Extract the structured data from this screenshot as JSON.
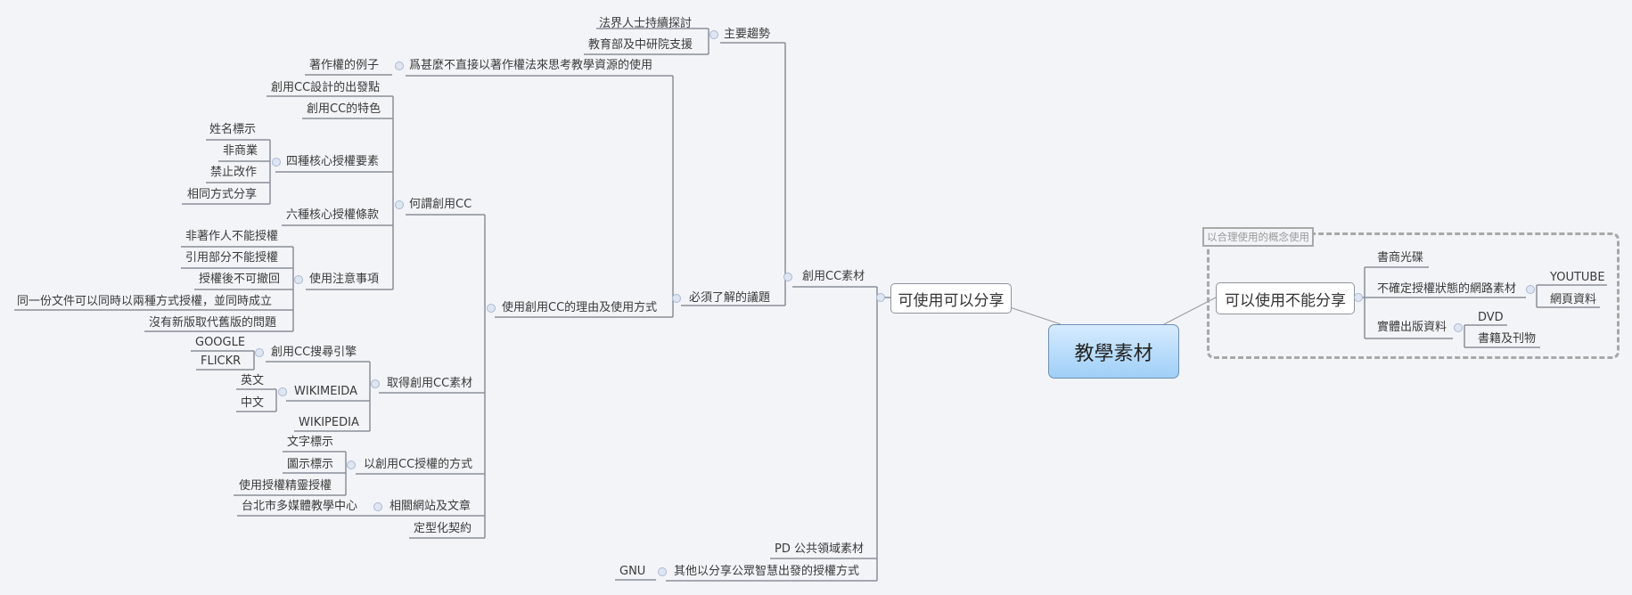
{
  "central": "教學素材",
  "main_topics": {
    "shareable": "可使用可以分享",
    "not_shareable": "可以使用不能分享"
  },
  "boundary_label": "以合理使用的概念使用",
  "right": {
    "disc": "書商光碟",
    "web": "不確定授權狀態的網路素材",
    "youtube": "YOUTUBE",
    "webpage": "網頁資料",
    "print": "實體出版資料",
    "dvd": "DVD",
    "books": "書籍及刊物"
  },
  "left": {
    "cc_material": "創用CC素材",
    "pd": "PD 公共領域素材",
    "other": "其他以分享公眾智慧出發的授權方式",
    "gnu": "GNU",
    "trend": "主要趨勢",
    "trend_legal": "法界人士持續探討",
    "trend_edu": "教育部及中研院支援",
    "issues": "必須了解的議題",
    "why": "爲甚麼不直接以著作權法來思考教學資源的使用",
    "copyright_example": "著作權的例子",
    "reasons": "使用創用CC的理由及使用方式",
    "what_cc": "何謂創用CC",
    "origin": "創用CC設計的出發點",
    "features": "創用CC的特色",
    "four_elements": "四種核心授權要素",
    "by": "姓名標示",
    "nc": "非商業",
    "nd": "禁止改作",
    "sa": "相同方式分享",
    "six_licenses": "六種核心授權條款",
    "notes": "使用注意事項",
    "note1": "非著作人不能授權",
    "note2": "引用部分不能授權",
    "note3": "授權後不可撤回",
    "note4": "同一份文件可以同時以兩種方式授權，並同時成立",
    "note5": "沒有新版取代舊版的問題",
    "obtain": "取得創用CC素材",
    "search": "創用CC搜尋引擎",
    "google": "GOOGLE",
    "flickr": "FLICKR",
    "wikimedia": "WIKIMEIDA",
    "english": "英文",
    "chinese": "中文",
    "wikipedia": "WIKIPEDIA",
    "license_way": "以創用CC授權的方式",
    "text_mark": "文字標示",
    "icon_mark": "圖示標示",
    "wizard": "使用授權精靈授權",
    "related": "相關網站及文章",
    "taipei": "台北市多媒體教學中心",
    "contract": "定型化契約"
  }
}
